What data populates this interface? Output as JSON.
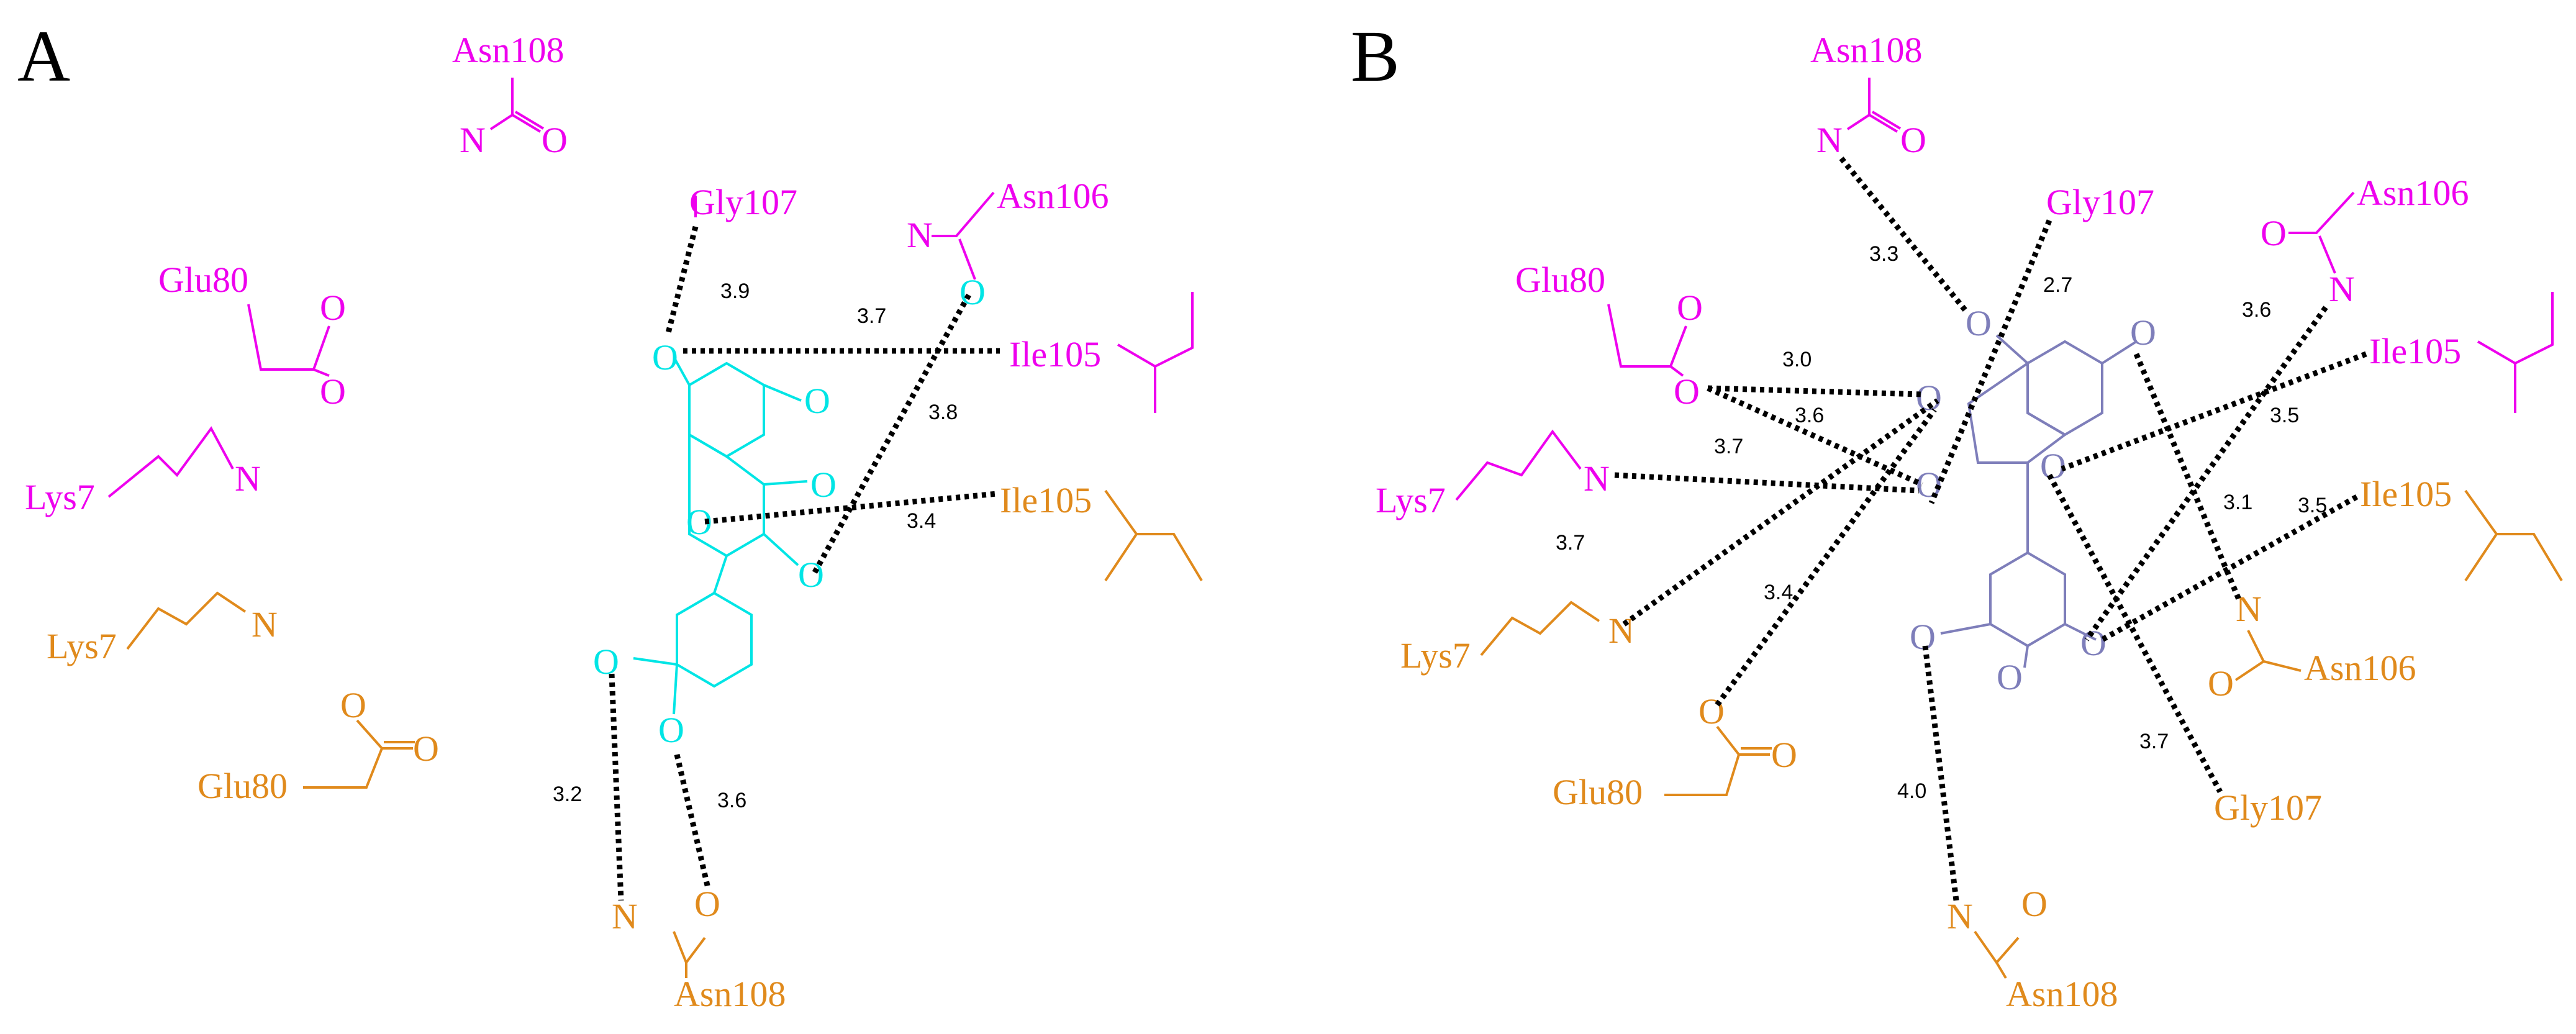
{
  "colors": {
    "chain1": "#ee00ee",
    "chain2": "#e08a1c",
    "ligand_a": "#00e5e5",
    "ligand_b": "#7e7eba",
    "hbond": "#000000"
  },
  "panel_a": {
    "label": "A",
    "residues": [
      {
        "id": "asn108",
        "text": "Asn108",
        "chain": "chain1"
      },
      {
        "id": "gly107",
        "text": "Gly107",
        "chain": "chain1"
      },
      {
        "id": "asn106",
        "text": "Asn106",
        "chain": "chain1"
      },
      {
        "id": "glu80",
        "text": "Glu80",
        "chain": "chain1"
      },
      {
        "id": "ile105a",
        "text": "Ile105",
        "chain": "chain1"
      },
      {
        "id": "lys7a",
        "text": "Lys7",
        "chain": "chain1"
      },
      {
        "id": "ile105b",
        "text": "Ile105",
        "chain": "chain2"
      },
      {
        "id": "lys7b",
        "text": "Lys7",
        "chain": "chain2"
      },
      {
        "id": "glu80b",
        "text": "Glu80",
        "chain": "chain2"
      },
      {
        "id": "asn108b",
        "text": "Asn108",
        "chain": "chain2"
      }
    ],
    "atoms": {
      "N": "N",
      "O": "O"
    },
    "distances": [
      "3.9",
      "3.7",
      "3.8",
      "3.4",
      "3.2",
      "3.6"
    ]
  },
  "panel_b": {
    "label": "B",
    "residues": [
      {
        "id": "asn108",
        "text": "Asn108",
        "chain": "chain1"
      },
      {
        "id": "gly107",
        "text": "Gly107",
        "chain": "chain1"
      },
      {
        "id": "asn106",
        "text": "Asn106",
        "chain": "chain1"
      },
      {
        "id": "glu80",
        "text": "Glu80",
        "chain": "chain1"
      },
      {
        "id": "ile105a",
        "text": "Ile105",
        "chain": "chain1"
      },
      {
        "id": "lys7a",
        "text": "Lys7",
        "chain": "chain1"
      },
      {
        "id": "ile105b",
        "text": "Ile105",
        "chain": "chain2"
      },
      {
        "id": "lys7b",
        "text": "Lys7",
        "chain": "chain2"
      },
      {
        "id": "asn106b",
        "text": "Asn106",
        "chain": "chain2"
      },
      {
        "id": "glu80b",
        "text": "Glu80",
        "chain": "chain2"
      },
      {
        "id": "gly107b",
        "text": "Gly107",
        "chain": "chain2"
      },
      {
        "id": "asn108b",
        "text": "Asn108",
        "chain": "chain2"
      }
    ],
    "atoms": {
      "N": "N",
      "O": "O"
    },
    "distances": [
      "3.3",
      "2.7",
      "3.6",
      "3.0",
      "3.6",
      "3.7",
      "3.5",
      "3.1",
      "3.5",
      "3.7",
      "3.4",
      "3.7",
      "4.0"
    ]
  }
}
